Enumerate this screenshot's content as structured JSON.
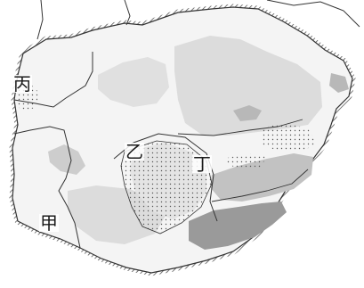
{
  "map": {
    "labels": {
      "bing": "丙",
      "jia": "甲",
      "yi": "乙",
      "ding": "丁"
    },
    "colors": {
      "background": "#ffffff",
      "land": "#f4f4f4",
      "light_zone": "#dcdcdc",
      "mid_zone": "#c2c2c2",
      "dark_zone": "#9a9a9a",
      "outline": "#333333",
      "hatch": "#555555",
      "dots": "#555555"
    }
  }
}
